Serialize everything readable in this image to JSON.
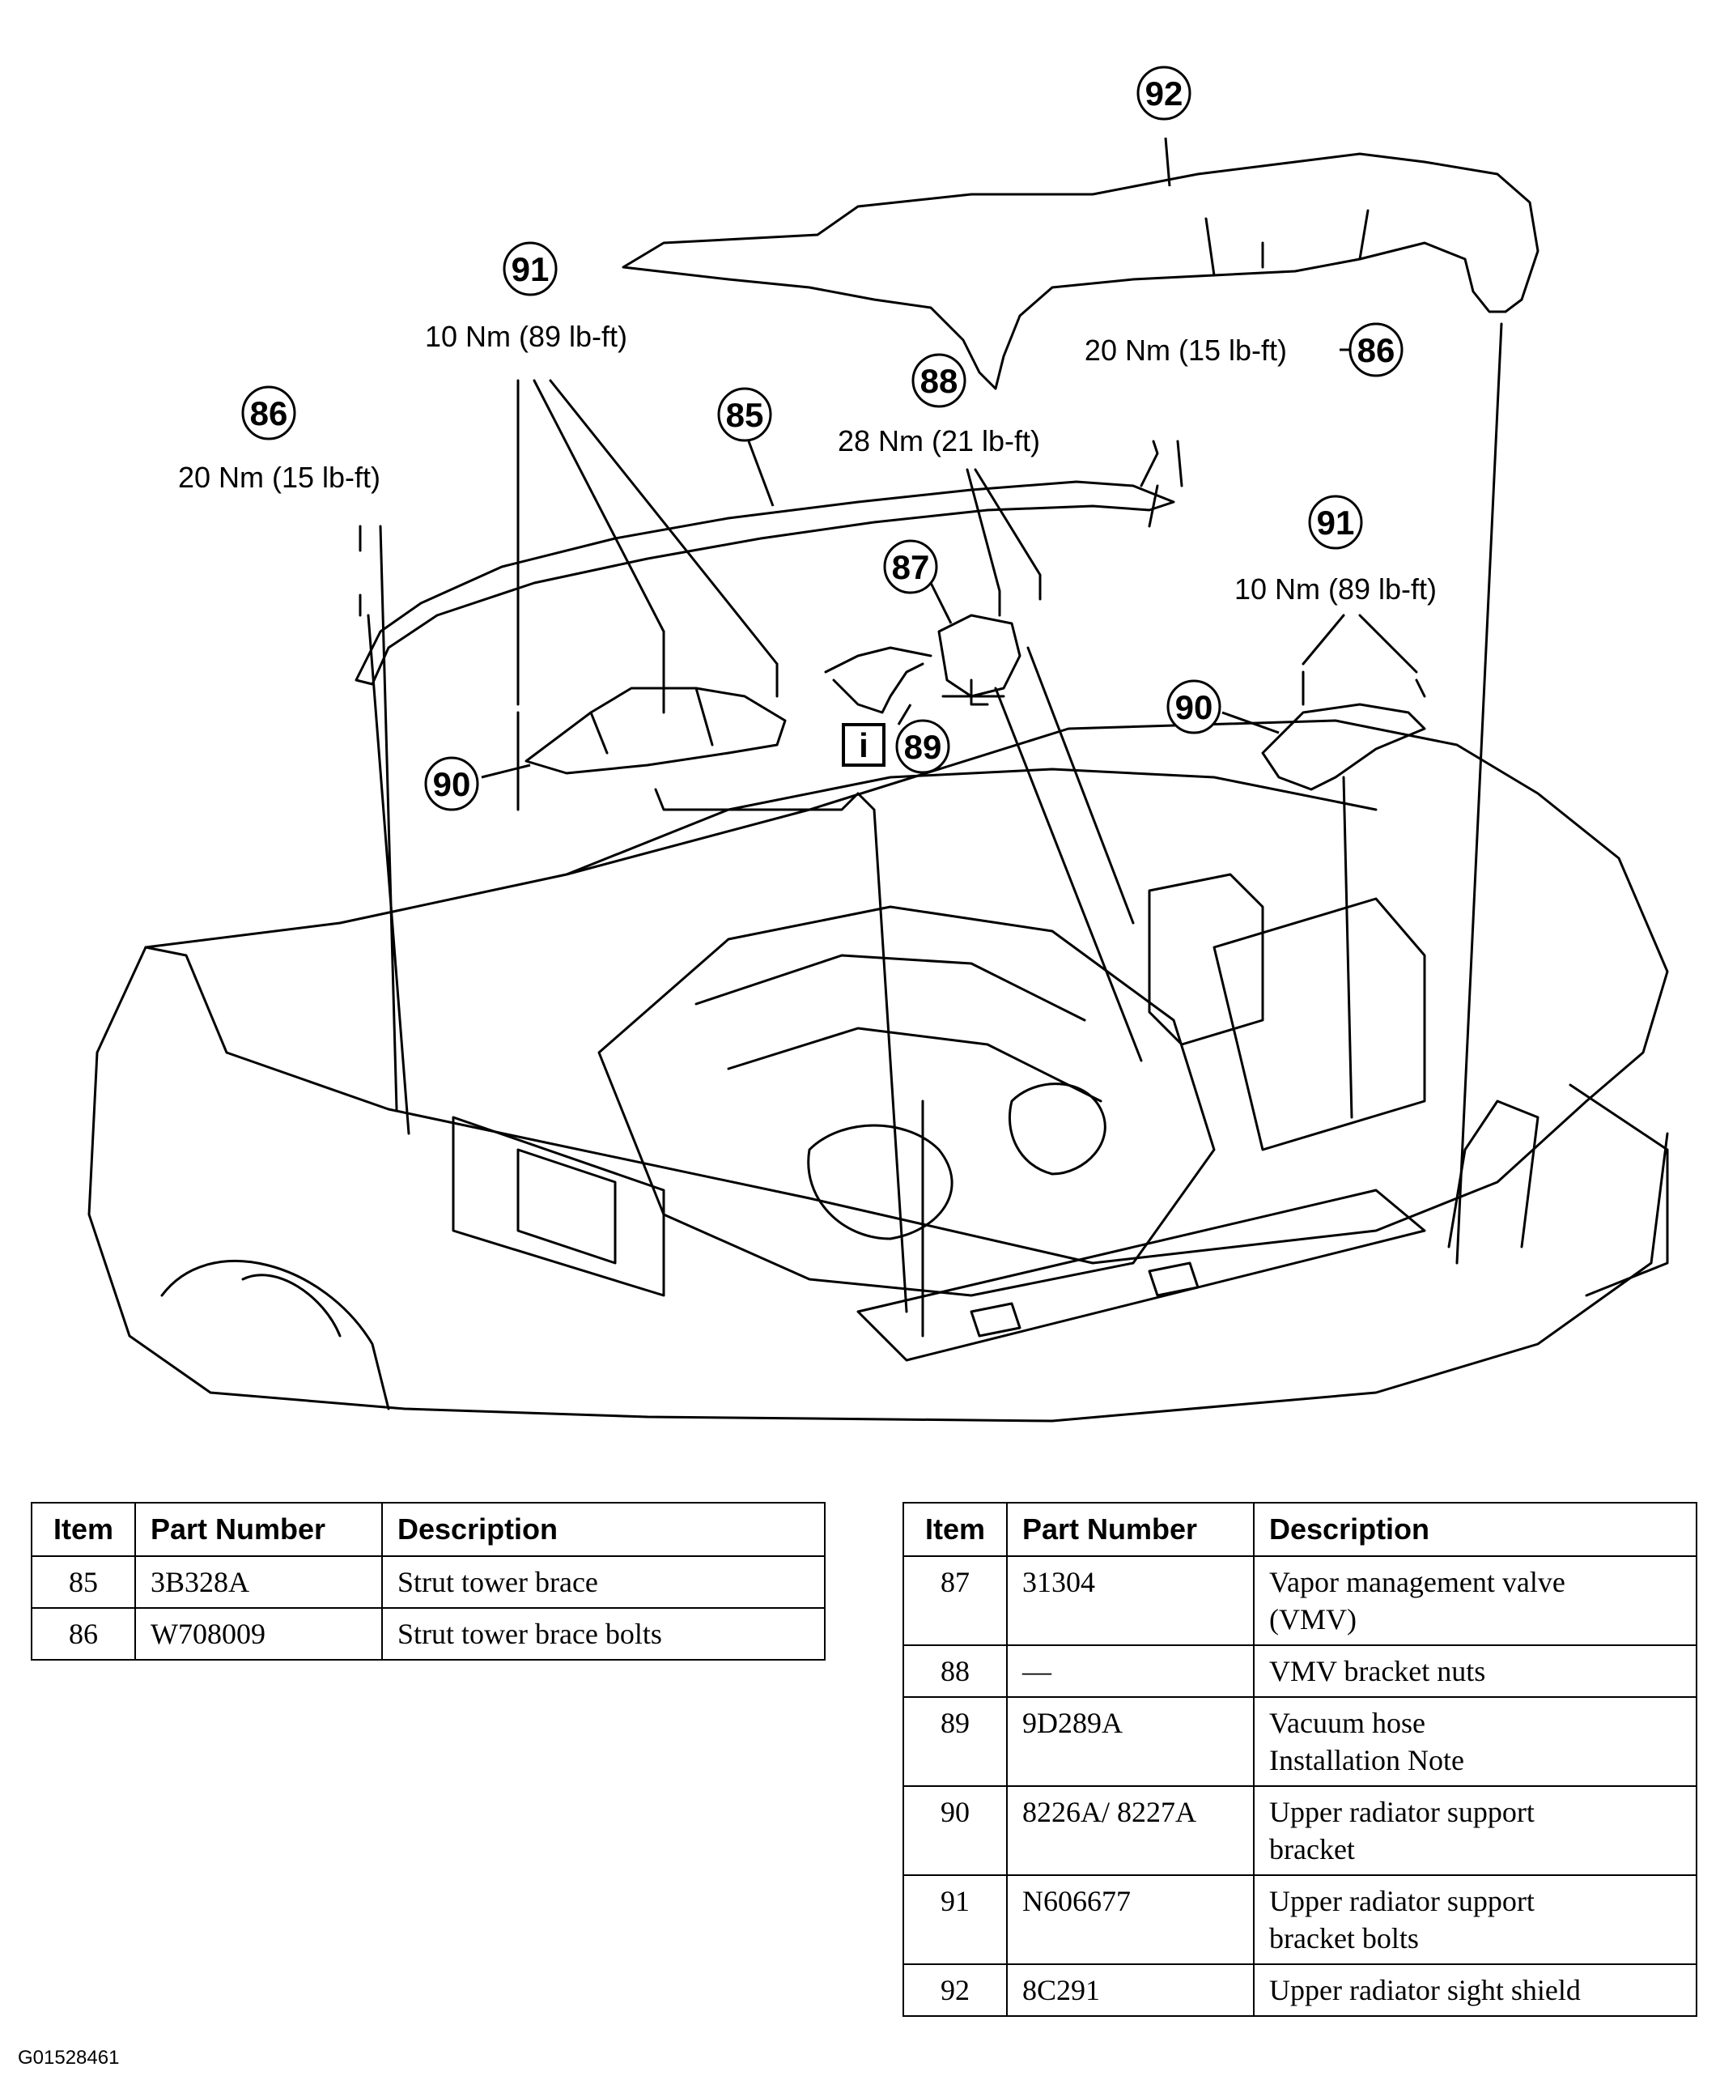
{
  "diagram": {
    "callouts": [
      {
        "id": "92",
        "torque": ""
      },
      {
        "id": "91",
        "torque": "10 Nm (89 lb-ft)"
      },
      {
        "id": "86",
        "torque": "20 Nm (15 lb-ft)"
      },
      {
        "id": "85",
        "torque": ""
      },
      {
        "id": "88",
        "torque": "28 Nm (21 lb-ft)"
      },
      {
        "id": "86",
        "torque": "20 Nm (15 lb-ft)"
      },
      {
        "id": "87",
        "torque": ""
      },
      {
        "id": "91",
        "torque": "10 Nm (89 lb-ft)"
      },
      {
        "id": "90",
        "torque": ""
      },
      {
        "id": "89",
        "torque": ""
      },
      {
        "id": "90",
        "torque": ""
      }
    ],
    "info_symbol": "i"
  },
  "tables": {
    "headers": {
      "item": "Item",
      "part_number": "Part Number",
      "description": "Description"
    },
    "left_rows": [
      {
        "item": "85",
        "part_number": "3B328A",
        "description": [
          "Strut tower brace"
        ]
      },
      {
        "item": "86",
        "part_number": "W708009",
        "description": [
          "Strut tower brace bolts"
        ]
      }
    ],
    "right_rows": [
      {
        "item": "87",
        "part_number": "31304",
        "description": [
          "Vapor management valve",
          "(VMV)"
        ]
      },
      {
        "item": "88",
        "part_number": "—",
        "description": [
          "VMV bracket nuts"
        ]
      },
      {
        "item": "89",
        "part_number": "9D289A",
        "description": [
          "Vacuum hose",
          "Installation Note"
        ]
      },
      {
        "item": "90",
        "part_number": "8226A/ 8227A",
        "description": [
          "Upper radiator support",
          "bracket"
        ]
      },
      {
        "item": "91",
        "part_number": "N606677",
        "description": [
          "Upper radiator support",
          "bracket bolts"
        ]
      },
      {
        "item": "92",
        "part_number": "8C291",
        "description": [
          "Upper radiator sight shield"
        ]
      }
    ]
  },
  "figure_code": "G01528461"
}
